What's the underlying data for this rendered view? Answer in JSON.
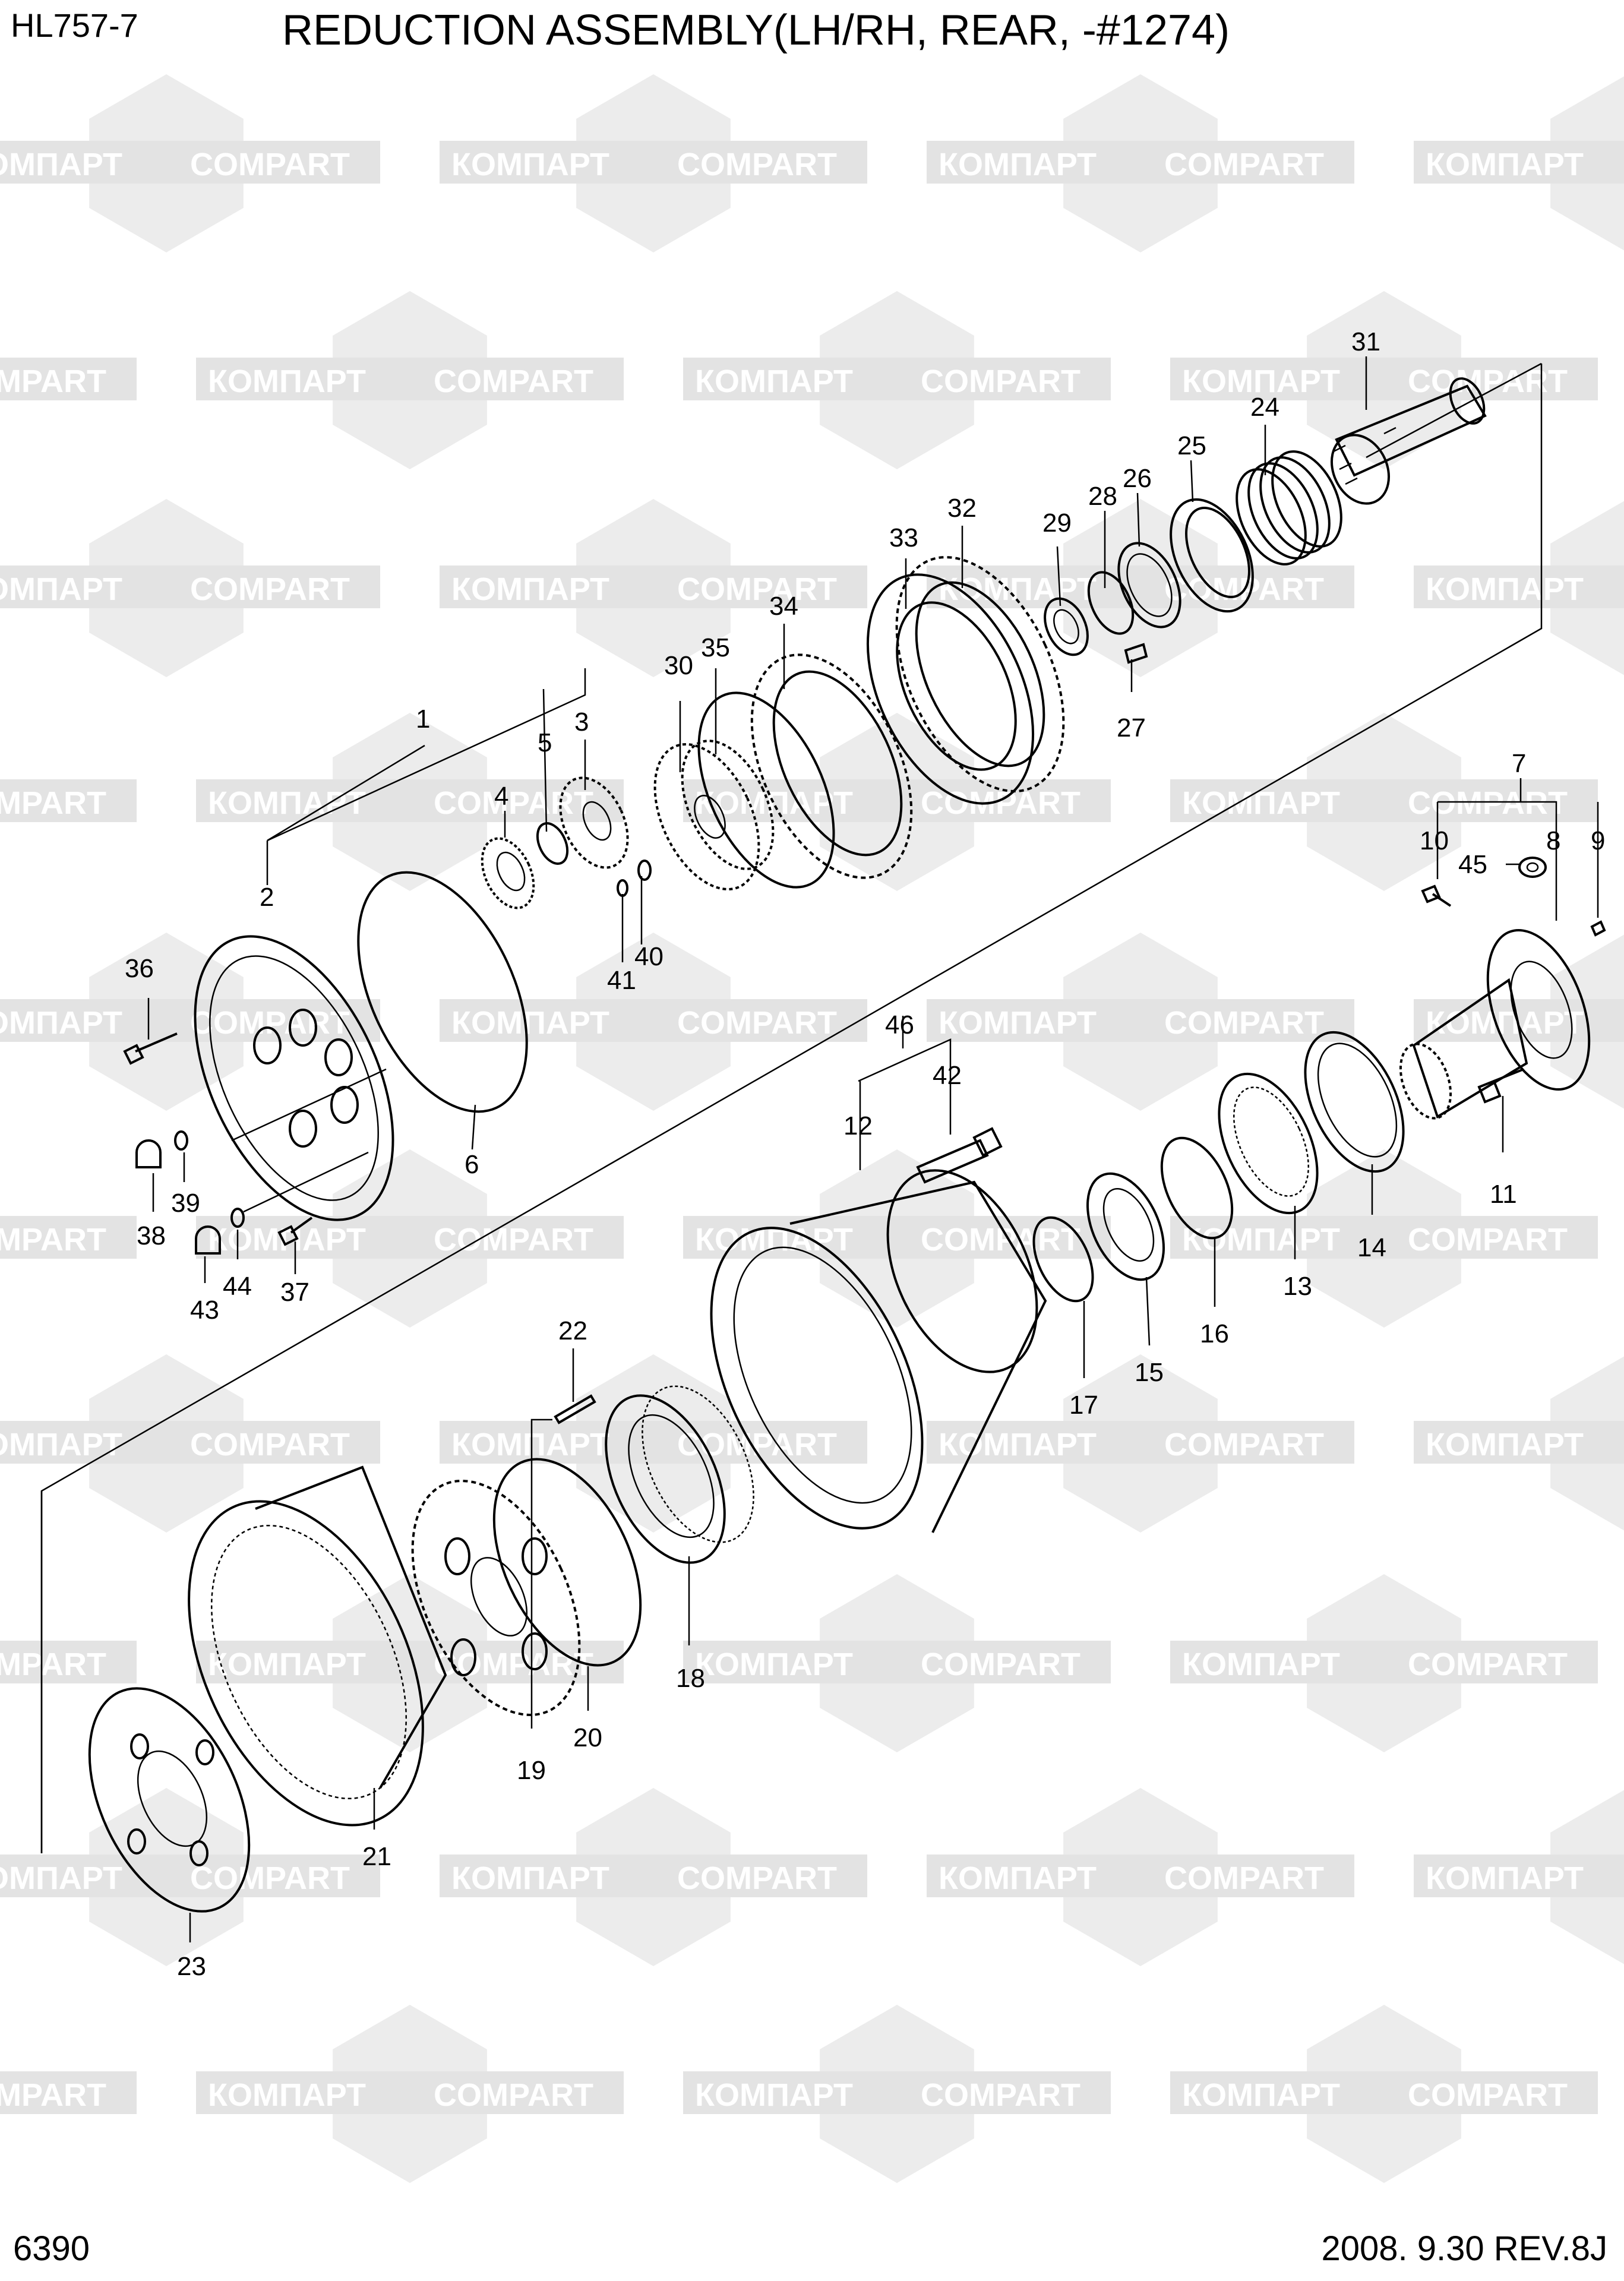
{
  "header": {
    "model": "HL757-7",
    "title": "REDUCTION ASSEMBLY(LH/RH, REAR, -#1274)"
  },
  "footer": {
    "page_no": "6390",
    "date_rev": "2008. 9.30  REV.8J"
  },
  "watermark": {
    "text_cyrillic": "КОМПАРТ",
    "text_latin": "COMPART"
  },
  "callouts": {
    "c1": "1",
    "c2": "2",
    "c3": "3",
    "c4": "4",
    "c5": "5",
    "c6": "6",
    "c7": "7",
    "c8": "8",
    "c9": "9",
    "c10": "10",
    "c11": "11",
    "c12": "12",
    "c13": "13",
    "c14": "14",
    "c15": "15",
    "c16": "16",
    "c17": "17",
    "c18": "18",
    "c19": "19",
    "c20": "20",
    "c21": "21",
    "c22": "22",
    "c23": "23",
    "c24": "24",
    "c25": "25",
    "c26": "26",
    "c27": "27",
    "c28": "28",
    "c29": "29",
    "c30": "30",
    "c31": "31",
    "c32": "32",
    "c33": "33",
    "c34": "34",
    "c35": "35",
    "c36": "36",
    "c37": "37",
    "c38": "38",
    "c39": "39",
    "c40": "40",
    "c41": "41",
    "c42": "42",
    "c43": "43",
    "c44": "44",
    "c45": "45",
    "c46": "46"
  }
}
